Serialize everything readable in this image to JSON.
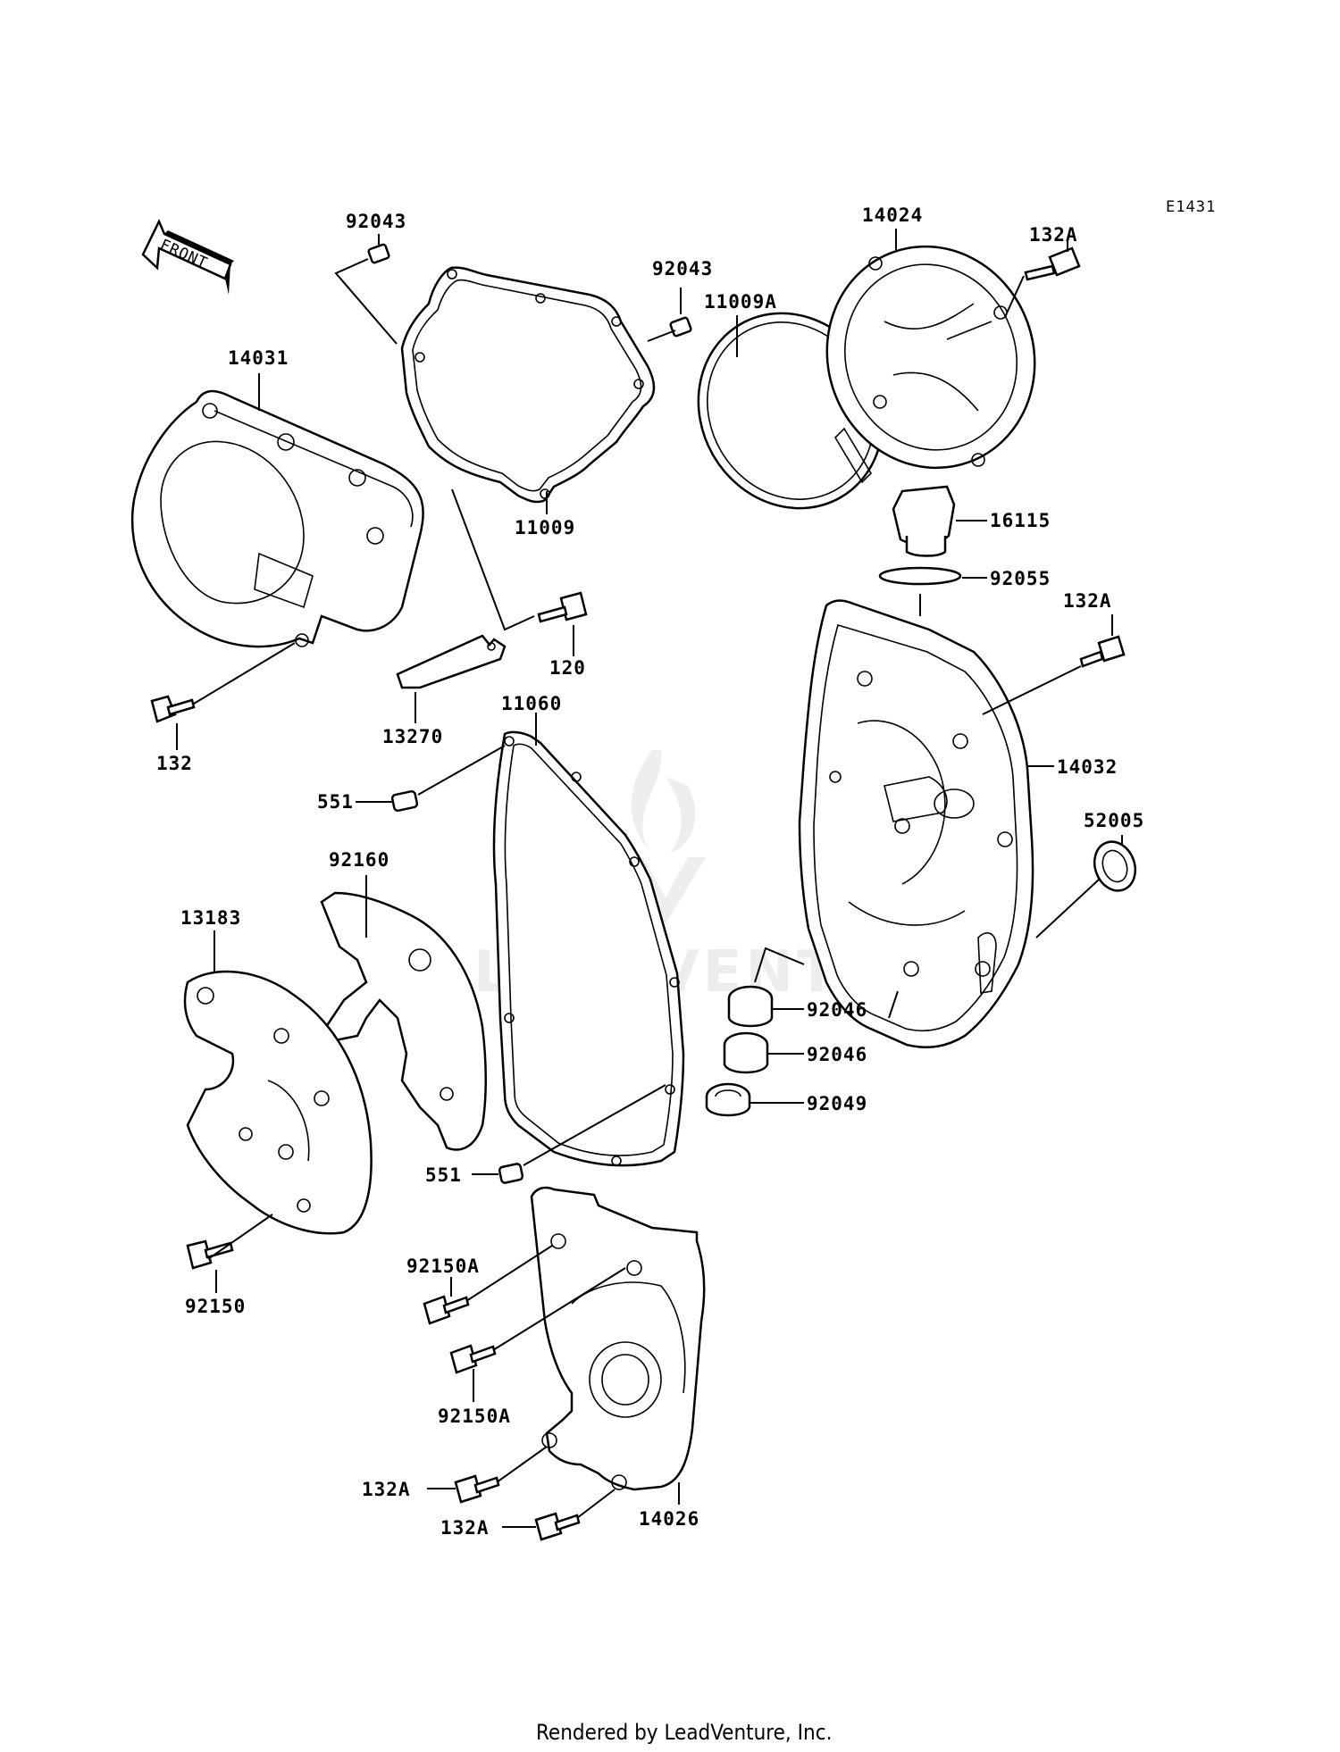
{
  "diagram_id": "E1431",
  "front_label": "FRONT",
  "watermark": "LEADVENTURE",
  "footer": "Rendered by LeadVenture, Inc.",
  "labels": {
    "p92043a": "92043",
    "p92043b": "92043",
    "p14024": "14024",
    "p132A_top": "132A",
    "p11009A": "11009A",
    "p14031": "14031",
    "p16115": "16115",
    "p11009": "11009",
    "p92055": "92055",
    "p132A_mid": "132A",
    "p120": "120",
    "p132": "132",
    "p13270": "13270",
    "p11060": "11060",
    "p14032": "14032",
    "p551a": "551",
    "p52005": "52005",
    "p92160": "92160",
    "p13183": "13183",
    "p92046a": "92046",
    "p92046b": "92046",
    "p92049": "92049",
    "p551b": "551",
    "p92150A_a": "92150A",
    "p92150": "92150",
    "p92150A_b": "92150A",
    "p132A_b1": "132A",
    "p14026": "14026",
    "p132A_b2": "132A"
  }
}
